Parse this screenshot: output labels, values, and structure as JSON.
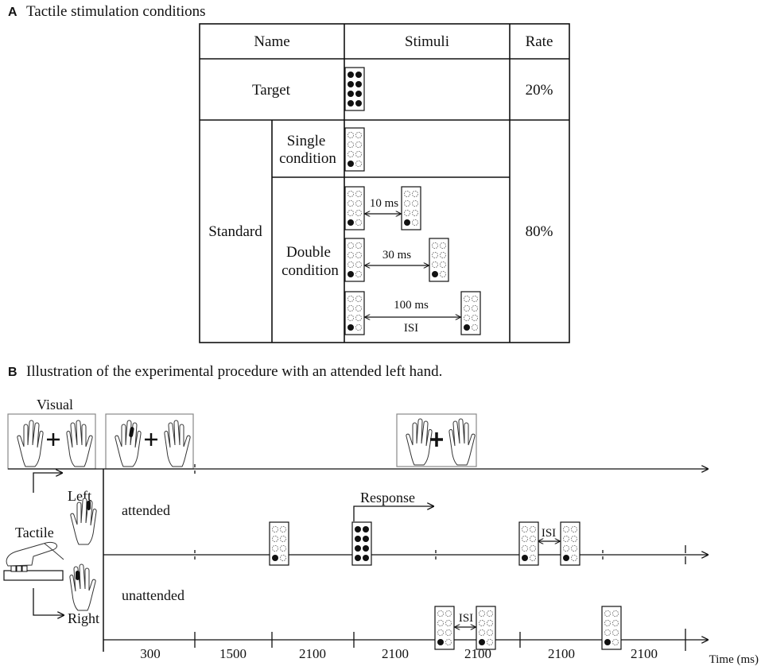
{
  "panel_a": {
    "letter": "A",
    "title": "Tactile stimulation conditions",
    "headers": {
      "name": "Name",
      "stimuli": "Stimuli",
      "rate": "Rate"
    },
    "target": {
      "label": "Target",
      "rate": "20%"
    },
    "standard": {
      "label": "Standard",
      "rate": "80%",
      "single": {
        "line1": "Single",
        "line2": "condition"
      },
      "double": {
        "line1": "Double",
        "line2": "condition"
      },
      "intervals": [
        "10 ms",
        "30 ms",
        "100 ms"
      ],
      "isi_label": "ISI"
    }
  },
  "panel_b": {
    "letter": "B",
    "title": "Illustration of the experimental procedure with an attended left hand.",
    "visual_label": "Visual",
    "tactile_label": "Tactile",
    "left_label": "Left",
    "right_label": "Right",
    "attended_label": "attended",
    "unattended_label": "unattended",
    "response_label": "Response",
    "isi_label": "ISI",
    "time_segments": [
      "300",
      "1500",
      "2100",
      "2100",
      "2100",
      "2100",
      "2100"
    ],
    "time_axis_label": "Time (ms)"
  }
}
